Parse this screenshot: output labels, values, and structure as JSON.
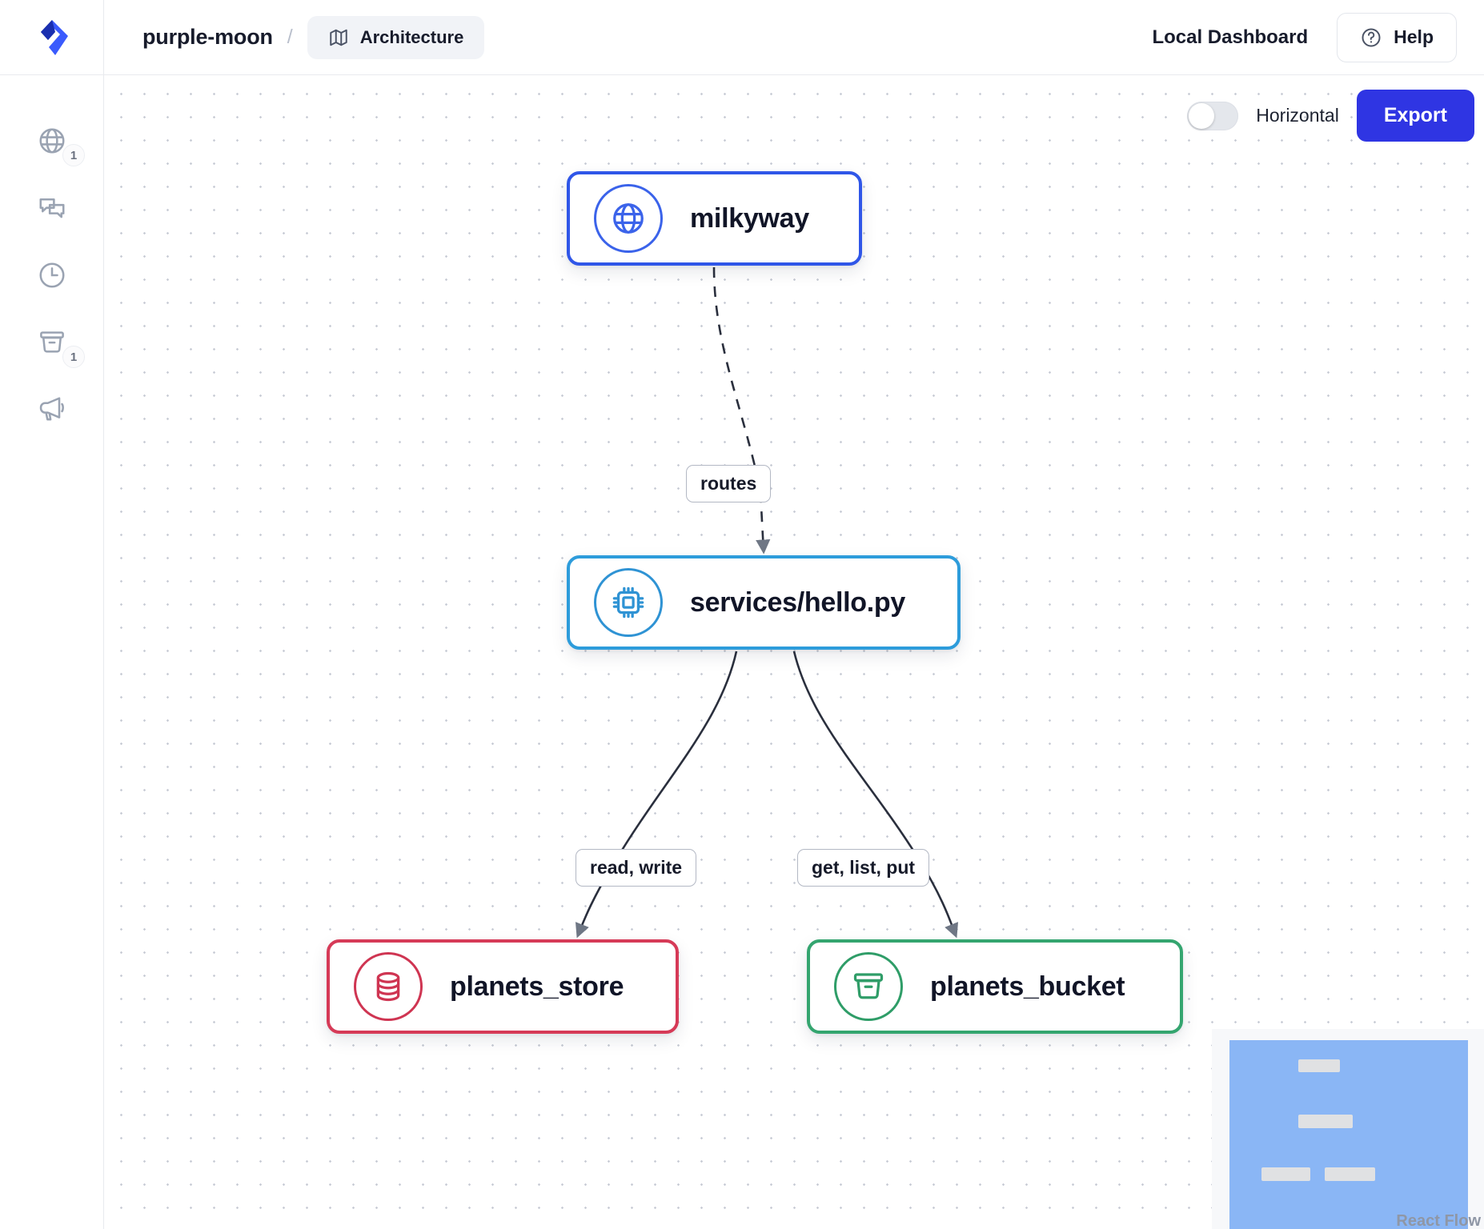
{
  "header": {
    "logo_icon": "app-logo-icon",
    "project_name": "purple-moon",
    "separator": "/",
    "tab": {
      "icon": "map-icon",
      "label": "Architecture"
    },
    "dashboard_label": "Local Dashboard",
    "help": {
      "icon": "question-circle-icon",
      "label": "Help"
    }
  },
  "sidebar": {
    "items": [
      {
        "icon": "globe-icon",
        "name": "endpoints",
        "badge": "1"
      },
      {
        "icon": "chat-icon",
        "name": "messages",
        "badge": ""
      },
      {
        "icon": "clock-icon",
        "name": "schedules",
        "badge": ""
      },
      {
        "icon": "bucket-icon",
        "name": "storage",
        "badge": "1"
      },
      {
        "icon": "megaphone-icon",
        "name": "announcements",
        "badge": ""
      }
    ]
  },
  "toolbar": {
    "toggle": {
      "label": "Horizontal",
      "state": "off"
    },
    "export_label": "Export"
  },
  "graph": {
    "nodes": [
      {
        "id": "milkyway",
        "label": "milkyway",
        "icon": "globe-icon",
        "color": "#2f56e8"
      },
      {
        "id": "service",
        "label": "services/hello.py",
        "icon": "cpu-icon",
        "color": "#2d9cdb"
      },
      {
        "id": "store",
        "label": "planets_store",
        "icon": "database-icon",
        "color": "#d63a57"
      },
      {
        "id": "bucket",
        "label": "planets_bucket",
        "icon": "bucket-icon",
        "color": "#34a56f"
      }
    ],
    "edges": [
      {
        "from": "milkyway",
        "to": "service",
        "label": "routes",
        "style": "dashed"
      },
      {
        "from": "service",
        "to": "store",
        "label": "read, write",
        "style": "solid"
      },
      {
        "from": "service",
        "to": "bucket",
        "label": "get, list, put",
        "style": "solid"
      }
    ]
  },
  "minimap": {
    "attribution": "React Flow"
  }
}
